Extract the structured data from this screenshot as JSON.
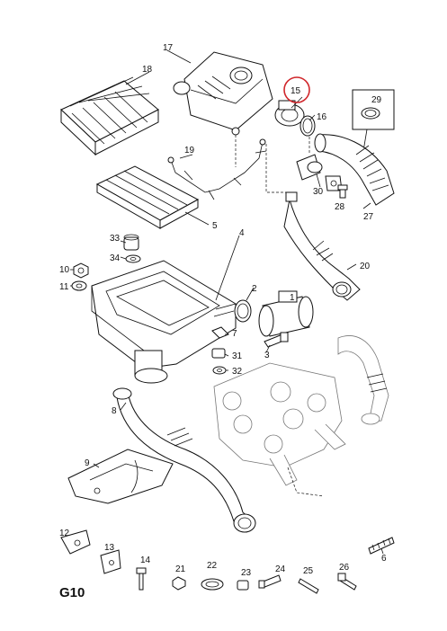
{
  "page_code": "G10",
  "highlight_color": "#d0262b",
  "highlighted_callout": "15",
  "callouts": {
    "c1": "1",
    "c2": "2",
    "c3": "3",
    "c4": "4",
    "c5": "5",
    "c6": "6",
    "c7": "7",
    "c8": "8",
    "c9": "9",
    "c10": "10",
    "c11": "11",
    "c12": "12",
    "c13": "13",
    "c14": "14",
    "c15": "15",
    "c16": "16",
    "c17": "17",
    "c18": "18",
    "c19": "19",
    "c20": "20",
    "c21": "21",
    "c22": "22",
    "c23": "23",
    "c24": "24",
    "c25": "25",
    "c26": "26",
    "c27": "27",
    "c28": "28",
    "c29": "29",
    "c30": "30",
    "c31": "31",
    "c32": "32",
    "c33": "33",
    "c34": "34"
  }
}
